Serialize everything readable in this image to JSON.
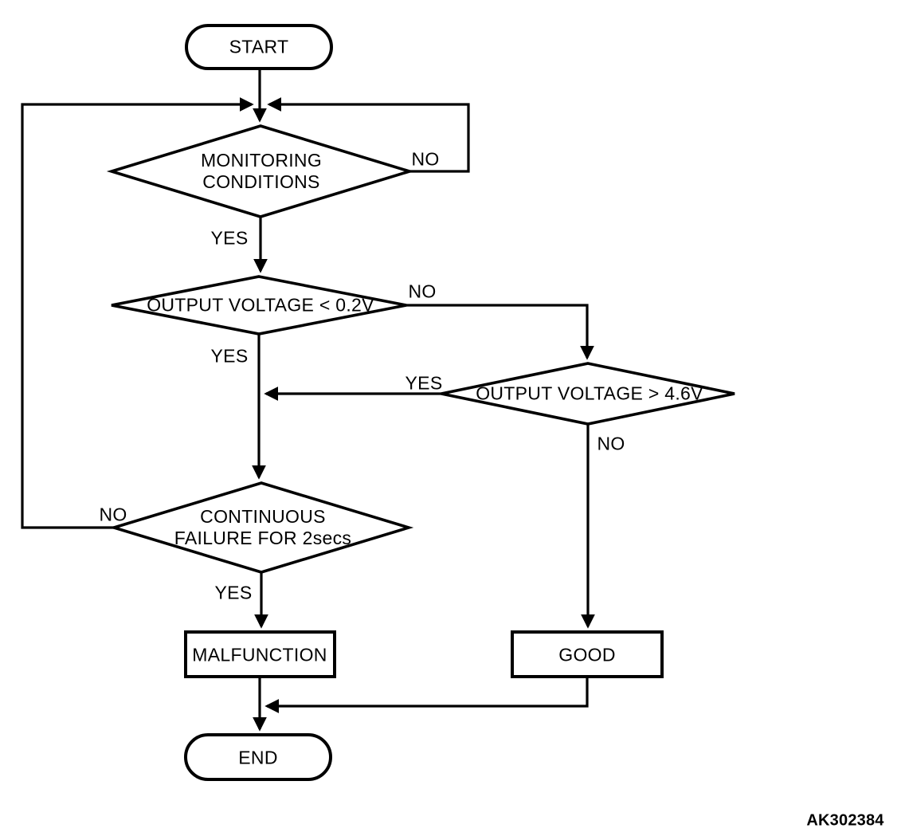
{
  "figure": {
    "id_label": "AK302384",
    "background_color": "#ffffff",
    "line_color": "#000000"
  },
  "nodes": {
    "start": {
      "label": "START",
      "type": "terminator"
    },
    "monitoring_conditions": {
      "line1": "MONITORING",
      "line2": "CONDITIONS",
      "type": "decision"
    },
    "output_voltage_low": {
      "label": "OUTPUT VOLTAGE < 0.2V",
      "type": "decision"
    },
    "output_voltage_high": {
      "label": "OUTPUT VOLTAGE > 4.6V",
      "type": "decision"
    },
    "continuous_failure": {
      "line1": "CONTINUOUS",
      "line2": "FAILURE FOR 2secs",
      "type": "decision"
    },
    "malfunction": {
      "label": "MALFUNCTION",
      "type": "process"
    },
    "good": {
      "label": "GOOD",
      "type": "process"
    },
    "end": {
      "label": "END",
      "type": "terminator"
    }
  },
  "edge_labels": {
    "monitoring_no": "NO",
    "monitoring_yes": "YES",
    "voltage_low_no": "NO",
    "voltage_low_yes": "YES",
    "voltage_high_yes": "YES",
    "voltage_high_no": "NO",
    "continuous_no": "NO",
    "continuous_yes": "YES"
  }
}
